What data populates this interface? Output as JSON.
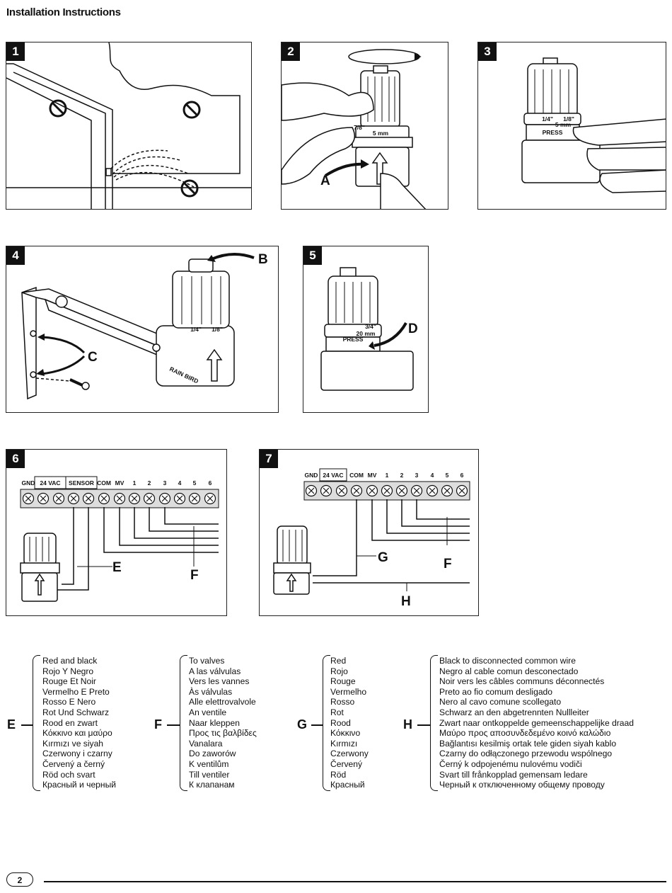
{
  "page": {
    "title": "Installation Instructions",
    "page_number": "2"
  },
  "steps": [
    "1",
    "2",
    "3",
    "4",
    "5",
    "6",
    "7"
  ],
  "callouts": {
    "A": "A",
    "B": "B",
    "C": "C",
    "D": "D",
    "E": "E",
    "F": "F",
    "G": "G",
    "H": "H"
  },
  "step2_labels": {
    "cap_a": "7/8\"",
    "cap_b": "5 mm"
  },
  "step3_labels": {
    "cap_a": "1/4\"",
    "cap_b": "1/8\"",
    "cap_c": "5 mm",
    "press": "PRESS"
  },
  "step4_labels": {
    "cap_a": "1/4\"",
    "cap_b": "1/8\"",
    "brand": "RAIN BIRD"
  },
  "step5_labels": {
    "cap_a": "3/4\"",
    "cap_b": "20 mm",
    "press": "PRESS"
  },
  "terminal_labels_6": [
    "GND",
    "24 VAC",
    "SENSOR",
    "COM",
    "MV",
    "1",
    "2",
    "3",
    "4",
    "5",
    "6"
  ],
  "terminal_labels_7": [
    "GND",
    "24 VAC",
    "COM",
    "MV",
    "1",
    "2",
    "3",
    "4",
    "5",
    "6"
  ],
  "legend": {
    "E": {
      "letter": "E",
      "items": [
        "Red and black",
        "Rojo Y Negro",
        "Rouge Et Noir",
        "Vermelho E Preto",
        "Rosso E Nero",
        "Rot Und Schwarz",
        "Rood en zwart",
        "Κόκκινο και μαύρο",
        "Kırmızı ve siyah",
        "Czerwony i czarny",
        "Červený a černý",
        "Röd och svart",
        "Красный и черный"
      ]
    },
    "F": {
      "letter": "F",
      "items": [
        "To valves",
        "A las válvulas",
        "Vers les vannes",
        "Às válvulas",
        "Alle elettrovalvole",
        "An ventile",
        "Naar kleppen",
        "Προς τις βαλβίδες",
        "Vanalara",
        "Do zaworów",
        "K ventilům",
        "Till ventiler",
        "К клапанам"
      ]
    },
    "G": {
      "letter": "G",
      "items": [
        "Red",
        "Rojo",
        "Rouge",
        "Vermelho",
        "Rosso",
        "Rot",
        "Rood",
        "Κόκκινο",
        "Kırmızı",
        "Czerwony",
        "Červený",
        "Röd",
        "Красный"
      ]
    },
    "H": {
      "letter": "H",
      "items": [
        "Black to disconnected common wire",
        "Negro al cable comun desconectado",
        "Noir vers les câbles communs déconnectés",
        "Preto ao fio comum desligado",
        "Nero al cavo comune scollegato",
        "Schwarz an den abgetrennten Nullleiter",
        "Zwart naar ontkoppelde gemeenschappelijke draad",
        "Μαύρο προς αποσυνδεδεμένο κοινό καλώδιο",
        "Bağlantısı kesilmiş ortak tele giden siyah kablo",
        "Czarny do odłączonego przewodu wspólnego",
        "Černý k odpojenému nulovému vodiči",
        "Svart till frånkopplad gemensam ledare",
        "Черный к отключенному общему проводу"
      ]
    }
  }
}
